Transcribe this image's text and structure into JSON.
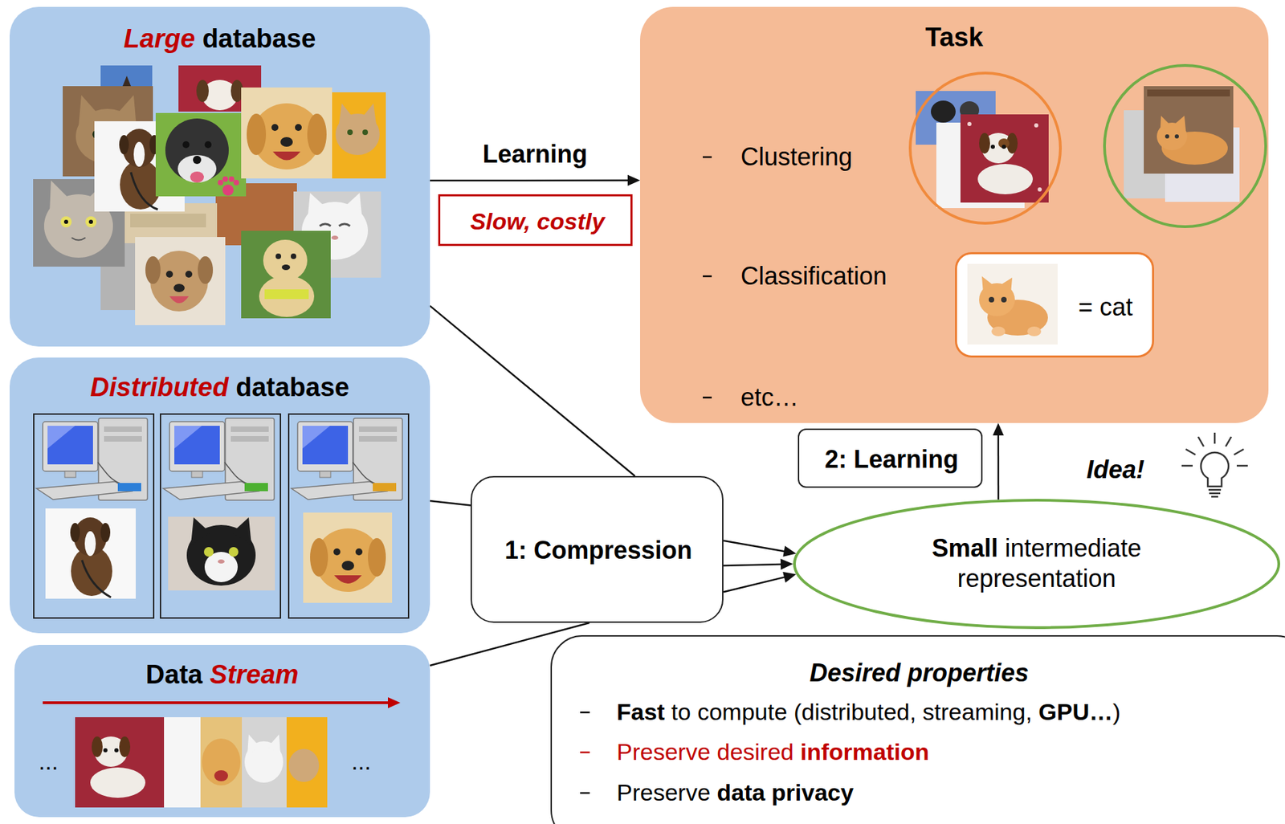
{
  "diagram": {
    "nodes": [
      {
        "text": [
          "Large database"
        ]
      },
      {
        "text": [
          "Task",
          "Clustering",
          "Classification",
          "etc…"
        ]
      },
      {
        "text": [
          "= cat"
        ],
        "in": 1
      },
      {
        "text": [
          "Slow, costly"
        ]
      },
      {
        "text": [
          "Distributed database"
        ]
      },
      {
        "text": [
          "1: Compression"
        ]
      },
      {
        "text": [
          "2: Learning"
        ]
      },
      {
        "text": [
          "Small intermediate representation"
        ]
      },
      {
        "text": [
          "Data Stream"
        ]
      },
      {
        "text": [
          "Desired properties",
          "Fast to compute (distributed, streaming, GPU…)",
          "Preserve desired information",
          "Preserve data privacy"
        ]
      }
    ],
    "edges": [
      {
        "from": 0,
        "to": 1,
        "label": "Learning",
        "arrow": "to"
      },
      {
        "from": 0,
        "to": 5,
        "arrow": "none"
      },
      {
        "from": 4,
        "to": 5,
        "arrow": "none"
      },
      {
        "from": 8,
        "to": 5,
        "arrow": "none"
      },
      {
        "from": 5,
        "to": 7,
        "arrow": "to"
      },
      {
        "from": 7,
        "to": 1,
        "arrow": "to"
      }
    ],
    "labels": [
      "...",
      "...",
      "Idea!"
    ]
  }
}
